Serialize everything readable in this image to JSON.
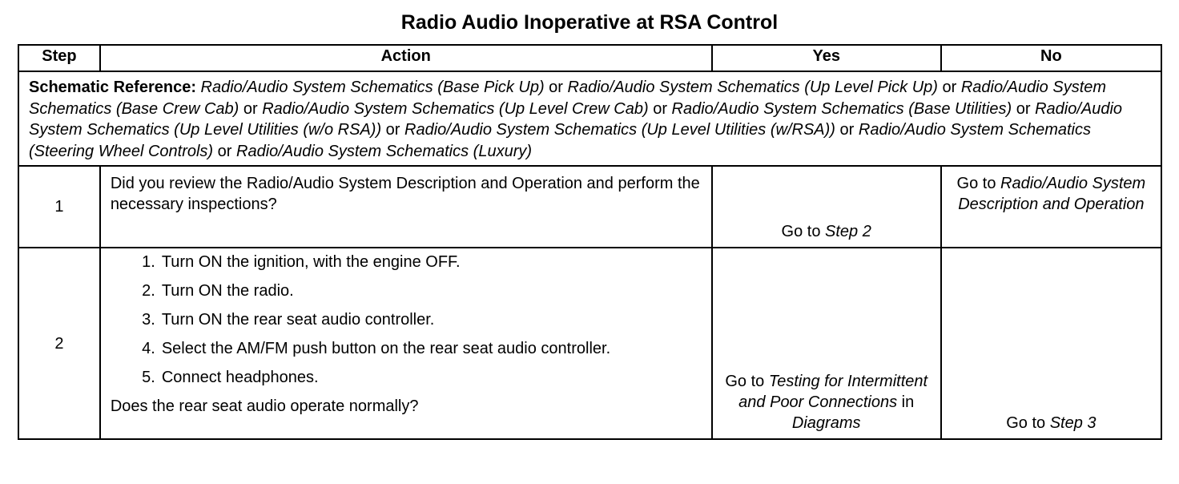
{
  "title": "Radio Audio Inoperative at RSA Control",
  "headers": [
    "Step",
    "Action",
    "Yes",
    "No"
  ],
  "schematic": {
    "label": "Schematic Reference:",
    "segments": [
      {
        "text": " ",
        "italic": false
      },
      {
        "text": "Radio/Audio System Schematics (Base Pick Up)",
        "italic": true
      },
      {
        "text": " or ",
        "italic": false
      },
      {
        "text": "Radio/Audio System Schematics (Up Level Pick Up)",
        "italic": true
      },
      {
        "text": " or ",
        "italic": false
      },
      {
        "text": "Radio/Audio System Schematics (Base Crew Cab)",
        "italic": true
      },
      {
        "text": " or ",
        "italic": false
      },
      {
        "text": "Radio/Audio System Schematics (Up Level Crew Cab)",
        "italic": true
      },
      {
        "text": " or ",
        "italic": false
      },
      {
        "text": "Radio/Audio System Schematics (Base Utilities)",
        "italic": true
      },
      {
        "text": " or ",
        "italic": false
      },
      {
        "text": "Radio/Audio System Schematics (Up Level Utilities (w/o RSA))",
        "italic": true
      },
      {
        "text": " or ",
        "italic": false
      },
      {
        "text": "Radio/Audio System Schematics (Up Level Utilities (w/RSA))",
        "italic": true
      },
      {
        "text": " or ",
        "italic": false
      },
      {
        "text": "Radio/Audio System Schematics (Steering Wheel Controls)",
        "italic": true
      },
      {
        "text": " or ",
        "italic": false
      },
      {
        "text": "Radio/Audio System Schematics (Luxury)",
        "italic": true
      }
    ]
  },
  "rows": [
    {
      "step": "1",
      "action": "Did you review the Radio/Audio System Description and Operation and perform the necessary inspections?",
      "yes": {
        "pre": "Go to ",
        "link": "Step 2",
        "post": ""
      },
      "no": {
        "pre": "Go to ",
        "link": "Radio/Audio System Description and Operation",
        "post": ""
      }
    },
    {
      "step": "2",
      "items": [
        {
          "n": "1.",
          "text": "Turn ON the ignition, with the engine OFF."
        },
        {
          "n": "2.",
          "text": "Turn ON the radio."
        },
        {
          "n": "3.",
          "text": "Turn ON the rear seat audio controller."
        },
        {
          "n": "4.",
          "text": "Select the AM/FM push button on the rear seat audio controller."
        },
        {
          "n": "5.",
          "text": "Connect headphones."
        }
      ],
      "question": "Does the rear seat audio operate normally?",
      "yes": {
        "pre": "Go to ",
        "link": "Testing for Intermittent and Poor Connections",
        "mid": " in ",
        "link2": "Diagrams"
      },
      "no": {
        "pre": "Go to ",
        "link": "Step 3",
        "post": ""
      }
    }
  ]
}
